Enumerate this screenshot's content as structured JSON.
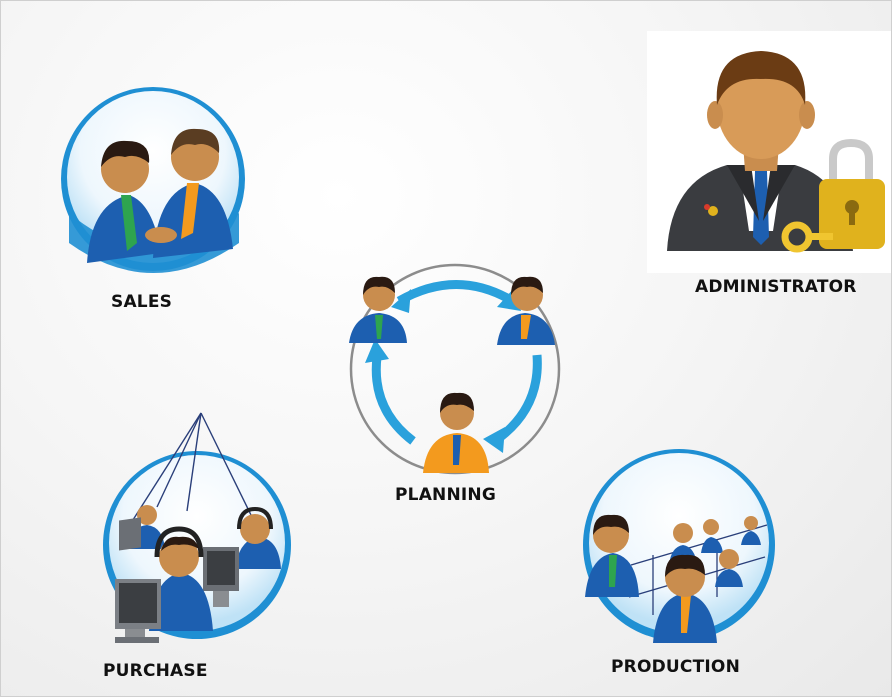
{
  "modules": {
    "sales": {
      "label": "SALES",
      "icon": "handshake-people-icon"
    },
    "administrator": {
      "label": "ADMINISTRATOR",
      "icon": "admin-lock-key-icon"
    },
    "planning": {
      "label": "PLANNING",
      "icon": "cycle-people-icon"
    },
    "purchase": {
      "label": "PURCHASE",
      "icon": "call-center-operators-icon"
    },
    "production": {
      "label": "PRODUCTION",
      "icon": "team-network-icon"
    }
  },
  "colors": {
    "circle_blue": "#1f8fd3",
    "suit_blue": "#1d5fb0",
    "skin": "#c98d4e",
    "hair": "#2a1a12",
    "arrow_blue": "#2aa1dc",
    "planning_orange": "#f39a1e",
    "lock_gold": "#e0b21d"
  }
}
